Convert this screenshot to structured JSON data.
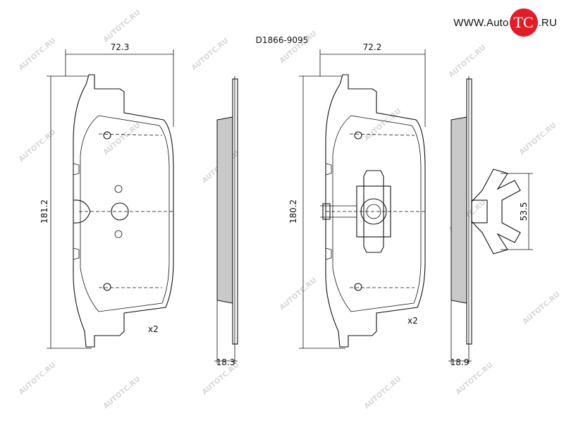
{
  "part_number": "D1866-9095",
  "logo": {
    "prefix": "WWW.Auto",
    "mark": "TC",
    "suffix": ".RU",
    "accent": "#e11d2a"
  },
  "watermark": {
    "text": "AUTOTC.RU",
    "color": "#d6d6d6"
  },
  "pad_left": {
    "width_label": "72.3",
    "height_label": "181.2",
    "thickness_label": "18.3",
    "qty_label": "x2"
  },
  "pad_right": {
    "width_label": "72.2",
    "height_label": "180.2",
    "thickness_label": "18.9",
    "clip_label": "53.5",
    "qty_label": "x2"
  },
  "colors": {
    "line": "#111111",
    "friction": "#c9c9c9"
  }
}
